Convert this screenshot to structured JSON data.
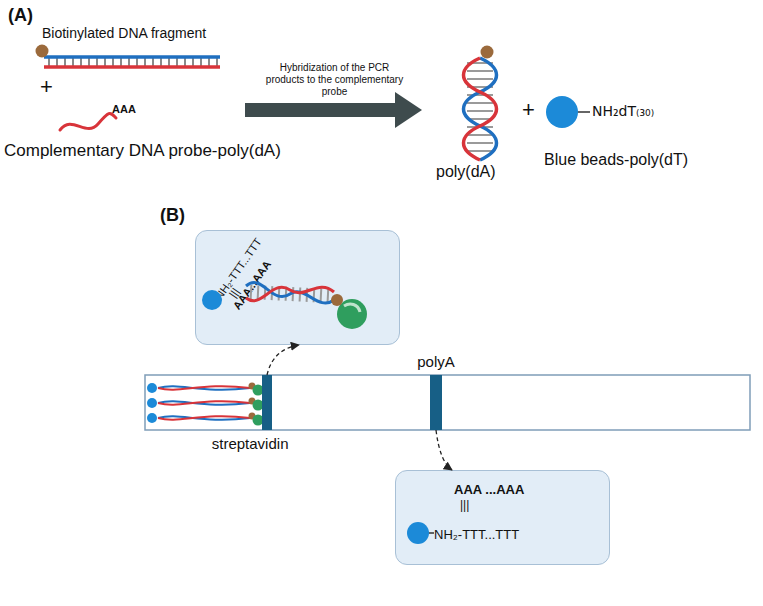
{
  "diagram": {
    "nodes": [
      {
        "text": [
          "NH₂-TTT...TTT",
          "AAA...AAA",
          "|||"
        ]
      },
      {
        "text": [
          "streptavidin"
        ]
      },
      {
        "text": [
          "polyA"
        ]
      },
      {
        "text": [
          "AAA ...AAA",
          "|||",
          "NH₂-TTT...TTT"
        ]
      }
    ],
    "edges": [
      {
        "from": 1,
        "to": 0,
        "arrow": "to"
      },
      {
        "from": 2,
        "to": 3,
        "arrow": "to"
      }
    ],
    "labels": [
      "(A)",
      "Biotinylated DNA fragment",
      "+",
      "AAA",
      "Complementary DNA probe-poly(dA)",
      "Hybridization of the PCR products to the complementary probe",
      "poly(dA)",
      "+",
      "NH₂dT₍₃₀₎",
      "Blue beads-poly(dT)",
      "(B)"
    ]
  }
}
